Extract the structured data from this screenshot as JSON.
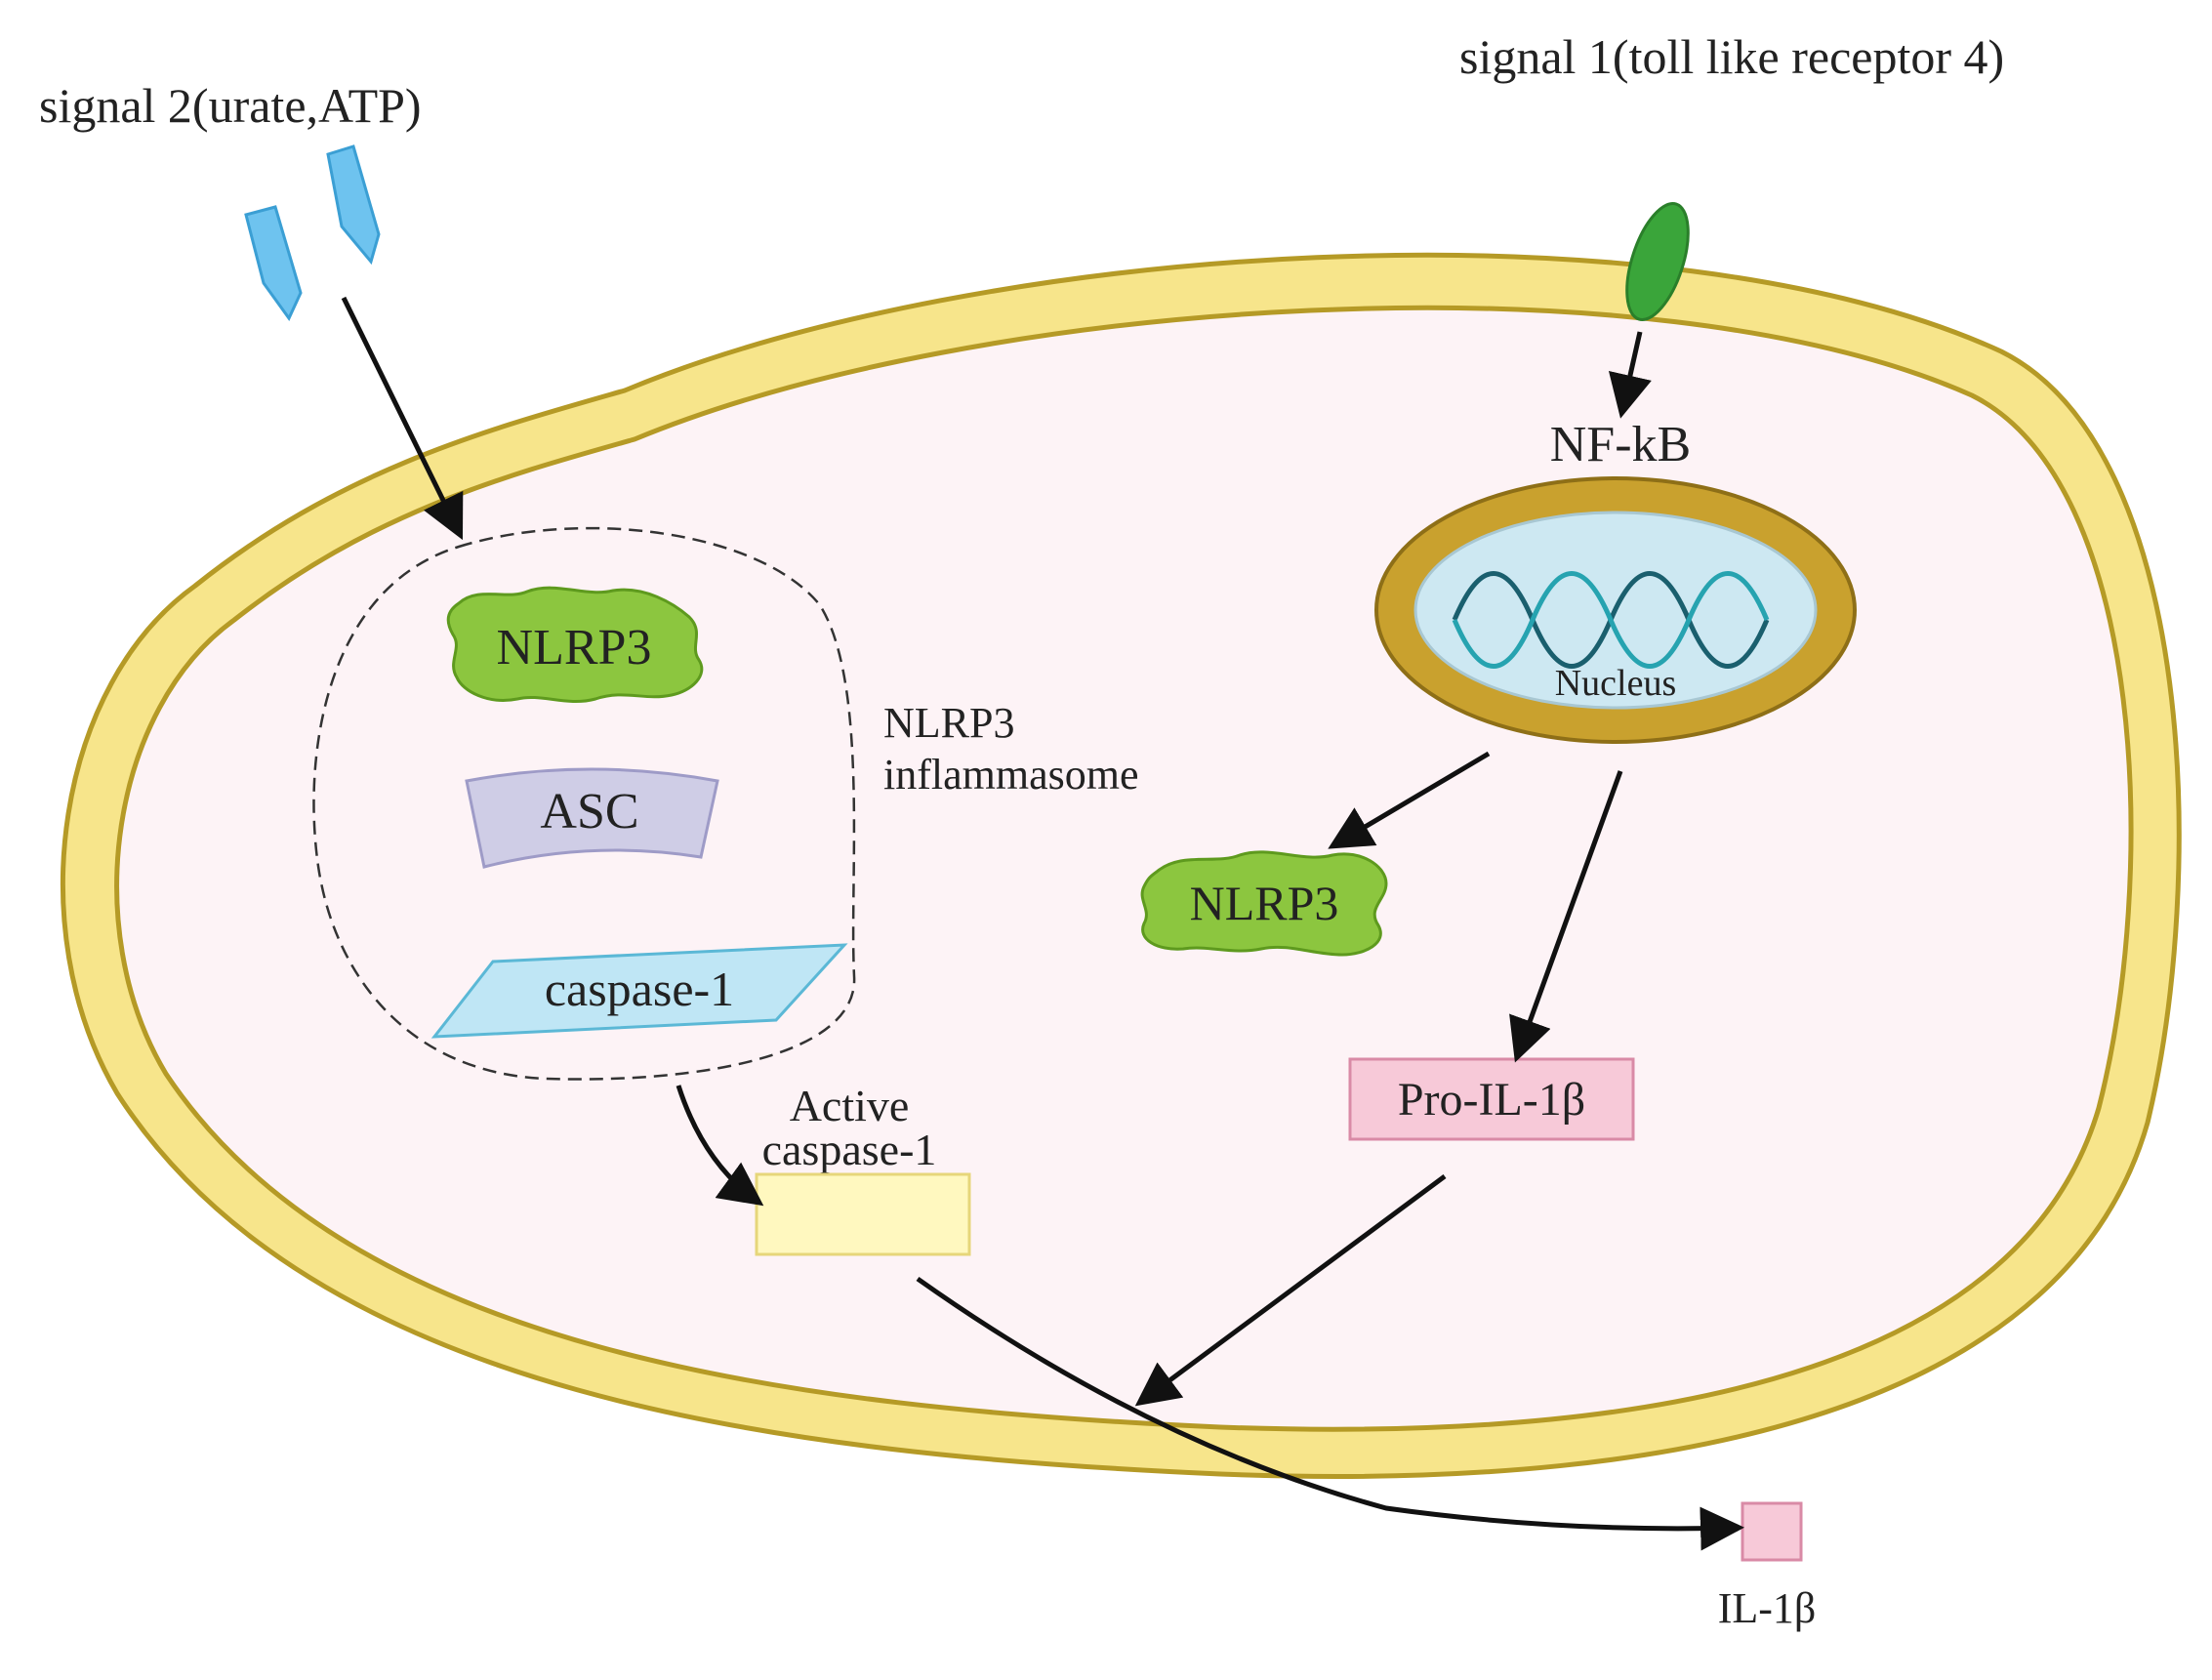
{
  "labels": {
    "signal2": "signal 2(urate,ATP)",
    "signal1": "signal 1(toll like receptor 4)",
    "nfkb": "NF-kB",
    "nucleus": "Nucleus",
    "nlrp3_in_complex": "NLRP3",
    "asc": "ASC",
    "caspase1": "caspase-1",
    "inflammasome_line1": "NLRP3",
    "inflammasome_line2": "inflammasome",
    "nlrp3_free": "NLRP3",
    "pro_il1b": "Pro-IL-1β",
    "active_line1": "Active",
    "active_line2": "caspase-1",
    "il1b": "IL-1β"
  },
  "colors": {
    "membrane": "#f7e58b",
    "membrane_stroke": "#b59a26",
    "cytoplasm": "#fdf3f6",
    "nucleus_ring": "#c9a12e",
    "nucleus_inner": "#cde8f2",
    "dna": "#1f8f9a",
    "nlrp3": "#8cc63f",
    "asc": "#cfcde6",
    "caspase": "#bfe6f5",
    "active_caspase": "#fff8bf",
    "pro_il1b": "#f7c9d8",
    "il1b": "#f7c9d8",
    "tlr4": "#3aa53a",
    "ligand": "#6ec3ef"
  }
}
